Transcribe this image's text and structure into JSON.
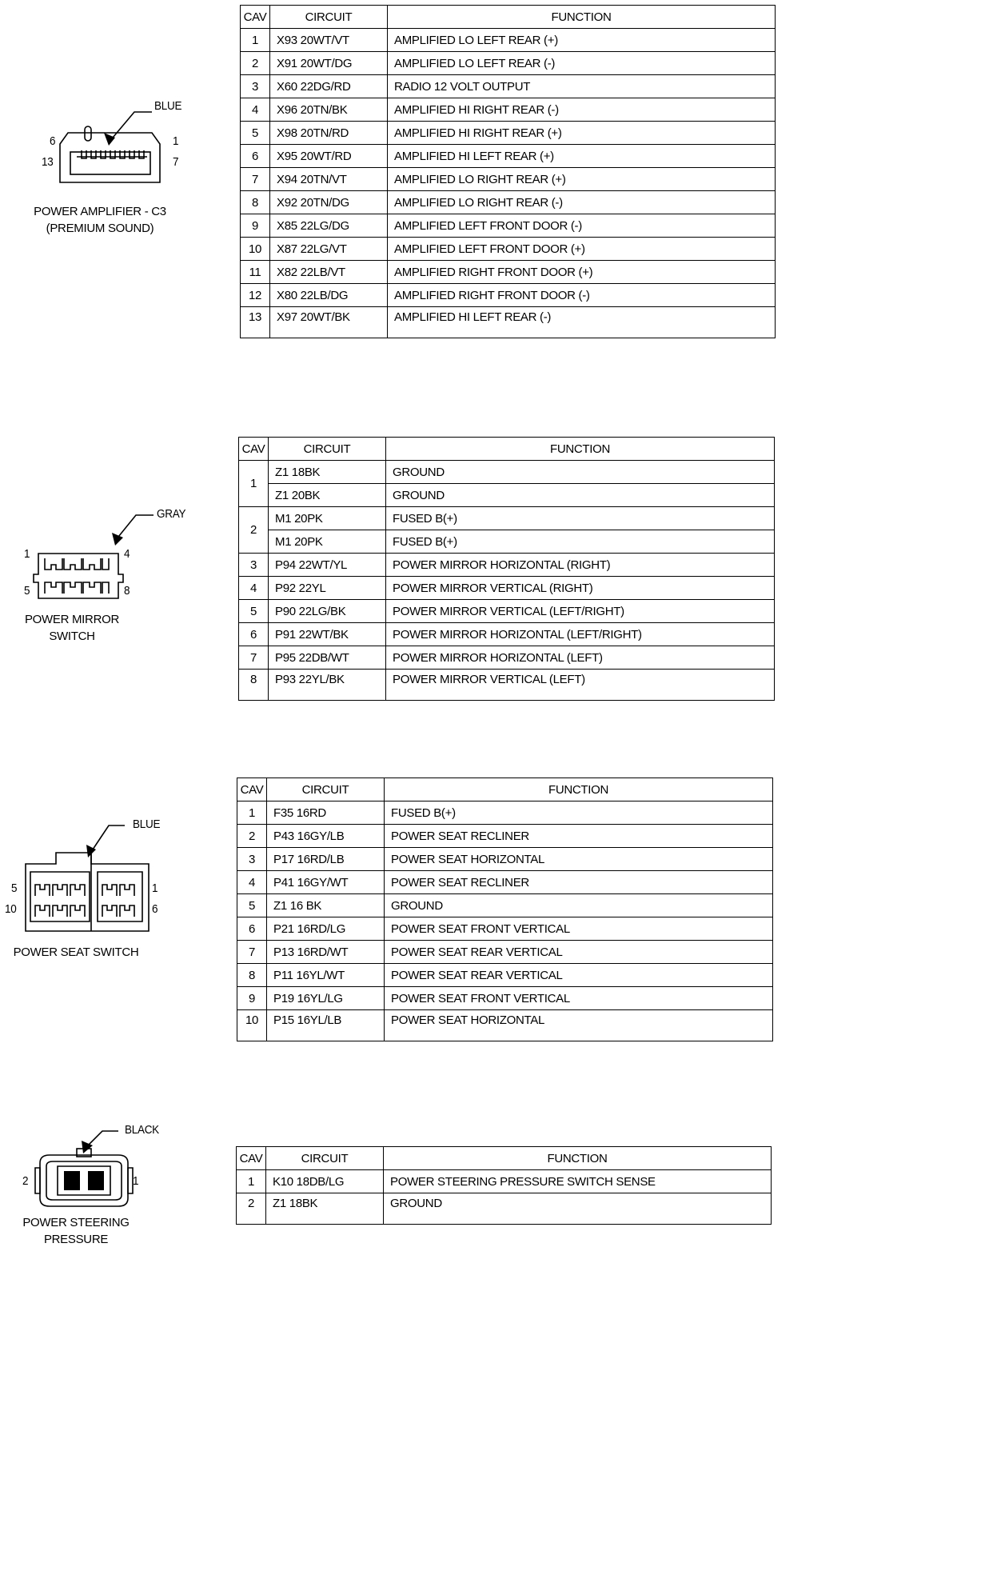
{
  "connectors": [
    {
      "name": "POWER AMPLIFIER - C3",
      "subtitle": "(PREMIUM SOUND)",
      "color": "BLUE",
      "pin_labels": [
        "6",
        "1",
        "13",
        "7"
      ],
      "table": {
        "headers": [
          "CAV",
          "CIRCUIT",
          "FUNCTION"
        ],
        "rows": [
          {
            "cav": "1",
            "circuit": "X93 20WT/VT",
            "function": "AMPLIFIED LO LEFT REAR (+)"
          },
          {
            "cav": "2",
            "circuit": "X91 20WT/DG",
            "function": "AMPLIFIED LO LEFT REAR (-)"
          },
          {
            "cav": "3",
            "circuit": "X60 22DG/RD",
            "function": "RADIO 12 VOLT OUTPUT"
          },
          {
            "cav": "4",
            "circuit": "X96 20TN/BK",
            "function": "AMPLIFIED HI RIGHT REAR (-)"
          },
          {
            "cav": "5",
            "circuit": "X98 20TN/RD",
            "function": "AMPLIFIED HI RIGHT REAR (+)"
          },
          {
            "cav": "6",
            "circuit": "X95 20WT/RD",
            "function": "AMPLIFIED HI LEFT REAR (+)"
          },
          {
            "cav": "7",
            "circuit": "X94 20TN/VT",
            "function": "AMPLIFIED LO RIGHT REAR (+)"
          },
          {
            "cav": "8",
            "circuit": "X92 20TN/DG",
            "function": "AMPLIFIED LO RIGHT REAR (-)"
          },
          {
            "cav": "9",
            "circuit": "X85 22LG/DG",
            "function": "AMPLIFIED LEFT FRONT DOOR (-)"
          },
          {
            "cav": "10",
            "circuit": "X87 22LG/VT",
            "function": "AMPLIFIED LEFT FRONT DOOR (+)"
          },
          {
            "cav": "11",
            "circuit": "X82 22LB/VT",
            "function": "AMPLIFIED RIGHT FRONT DOOR (+)"
          },
          {
            "cav": "12",
            "circuit": "X80 22LB/DG",
            "function": "AMPLIFIED RIGHT FRONT DOOR (-)"
          },
          {
            "cav": "13",
            "circuit": "X97 20WT/BK",
            "function": "AMPLIFIED HI LEFT REAR (-)"
          }
        ]
      }
    },
    {
      "name": "POWER MIRROR",
      "subtitle": "SWITCH",
      "color": "GRAY",
      "pin_labels": [
        "1",
        "4",
        "5",
        "8"
      ],
      "table": {
        "headers": [
          "CAV",
          "CIRCUIT",
          "FUNCTION"
        ],
        "rows": [
          {
            "cav": "1",
            "circuit": "Z1 18BK",
            "function": "GROUND"
          },
          {
            "cav": "",
            "circuit": "Z1 20BK",
            "function": "GROUND"
          },
          {
            "cav": "2",
            "circuit": "M1 20PK",
            "function": "FUSED B(+)"
          },
          {
            "cav": "",
            "circuit": "M1 20PK",
            "function": "FUSED B(+)"
          },
          {
            "cav": "3",
            "circuit": "P94 22WT/YL",
            "function": "POWER MIRROR HORIZONTAL (RIGHT)"
          },
          {
            "cav": "4",
            "circuit": "P92 22YL",
            "function": "POWER MIRROR VERTICAL (RIGHT)"
          },
          {
            "cav": "5",
            "circuit": "P90 22LG/BK",
            "function": "POWER MIRROR VERTICAL (LEFT/RIGHT)"
          },
          {
            "cav": "6",
            "circuit": "P91 22WT/BK",
            "function": "POWER MIRROR HORIZONTAL (LEFT/RIGHT)"
          },
          {
            "cav": "7",
            "circuit": "P95 22DB/WT",
            "function": "POWER MIRROR HORIZONTAL (LEFT)"
          },
          {
            "cav": "8",
            "circuit": "P93 22YL/BK",
            "function": "POWER MIRROR VERTICAL (LEFT)"
          }
        ]
      }
    },
    {
      "name": "POWER SEAT SWITCH",
      "subtitle": "",
      "color": "BLUE",
      "pin_labels": [
        "5",
        "1",
        "10",
        "6"
      ],
      "table": {
        "headers": [
          "CAV",
          "CIRCUIT",
          "FUNCTION"
        ],
        "rows": [
          {
            "cav": "1",
            "circuit": "F35 16RD",
            "function": "FUSED B(+)"
          },
          {
            "cav": "2",
            "circuit": "P43 16GY/LB",
            "function": "POWER SEAT RECLINER"
          },
          {
            "cav": "3",
            "circuit": "P17 16RD/LB",
            "function": "POWER SEAT HORIZONTAL"
          },
          {
            "cav": "4",
            "circuit": "P41 16GY/WT",
            "function": "POWER SEAT RECLINER"
          },
          {
            "cav": "5",
            "circuit": "Z1 16 BK",
            "function": "GROUND"
          },
          {
            "cav": "6",
            "circuit": "P21 16RD/LG",
            "function": "POWER SEAT FRONT VERTICAL"
          },
          {
            "cav": "7",
            "circuit": "P13 16RD/WT",
            "function": "POWER SEAT REAR VERTICAL"
          },
          {
            "cav": "8",
            "circuit": "P11 16YL/WT",
            "function": "POWER SEAT REAR VERTICAL"
          },
          {
            "cav": "9",
            "circuit": "P19 16YL/LG",
            "function": "POWER SEAT FRONT VERTICAL"
          },
          {
            "cav": "10",
            "circuit": "P15 16YL/LB",
            "function": "POWER SEAT HORIZONTAL"
          }
        ]
      }
    },
    {
      "name": "POWER STEERING",
      "subtitle": "PRESSURE",
      "color": "BLACK",
      "pin_labels": [
        "2",
        "1"
      ],
      "table": {
        "headers": [
          "CAV",
          "CIRCUIT",
          "FUNCTION"
        ],
        "rows": [
          {
            "cav": "1",
            "circuit": "K10 18DB/LG",
            "function": "POWER STEERING PRESSURE SWITCH SENSE"
          },
          {
            "cav": "2",
            "circuit": "Z1 18BK",
            "function": "GROUND"
          }
        ]
      }
    }
  ]
}
